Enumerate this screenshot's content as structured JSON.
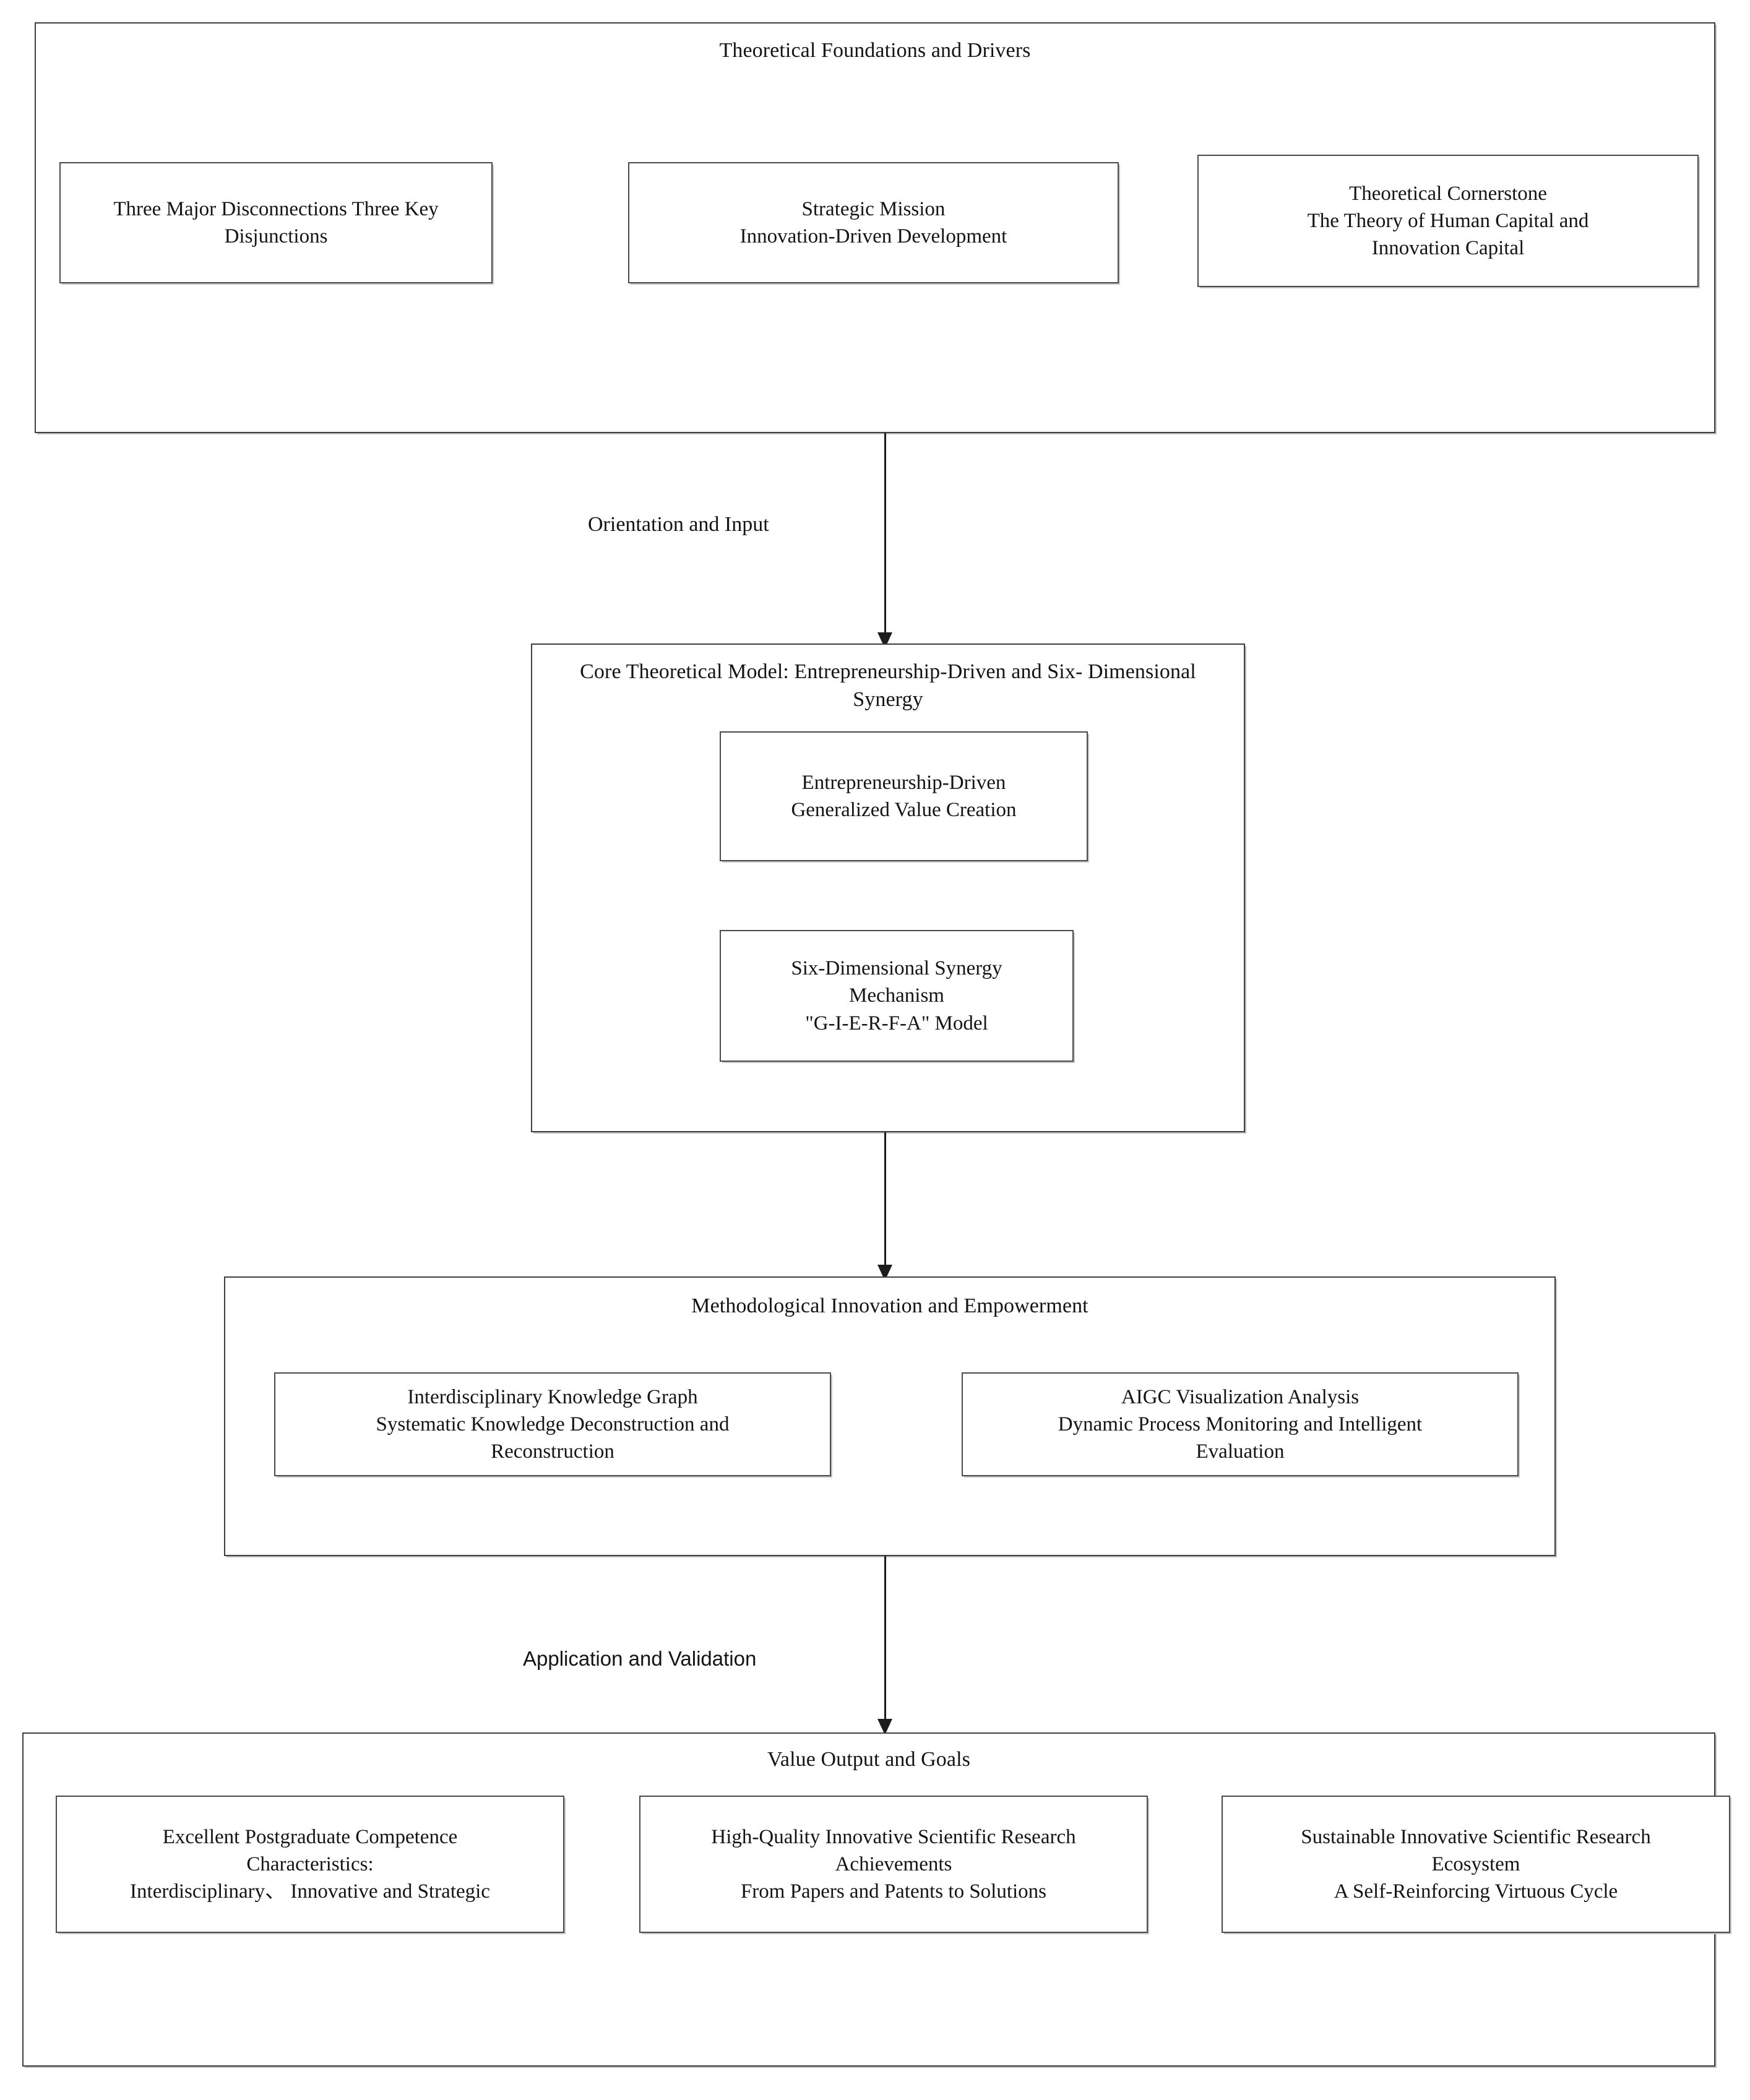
{
  "diagram": {
    "title": "Theoretical Foundations and Drivers",
    "stages": [
      {
        "id": "foundations",
        "title": "Theoretical Foundations and Drivers",
        "nodes": [
          {
            "id": "disconnections",
            "text": "Three Major Disconnections Three Key\nDisjunctions"
          },
          {
            "id": "strategic-mission",
            "text": "Strategic Mission\nInnovation-Driven Development"
          },
          {
            "id": "theoretical-cornerstone",
            "text": "Theoretical Cornerstone\nThe Theory of Human Capital and\nInnovation Capital"
          }
        ]
      },
      {
        "id": "core-model",
        "title": "Core Theoretical Model: Entrepreneurship-Driven and Six-\nDimensional Synergy",
        "nodes": [
          {
            "id": "entrepreneurship-driven",
            "text": "Entrepreneurship-Driven\nGeneralized Value Creation"
          },
          {
            "id": "six-dimensional-synergy",
            "text": "Six-Dimensional Synergy\nMechanism\n\"G-I-E-R-F-A\" Model"
          }
        ]
      },
      {
        "id": "methodology",
        "title": "Methodological Innovation and Empowerment",
        "nodes": [
          {
            "id": "knowledge-graph",
            "text": "Interdisciplinary Knowledge Graph\nSystematic Knowledge Deconstruction and\nReconstruction"
          },
          {
            "id": "aigc-visualization",
            "text": "AIGC Visualization Analysis\nDynamic Process Monitoring and Intelligent\nEvaluation"
          }
        ]
      },
      {
        "id": "value-output",
        "title": "Value Output and Goals",
        "nodes": [
          {
            "id": "postgraduate-competence",
            "text": "Excellent Postgraduate Competence\nCharacteristics:\nInterdisciplinary、 Innovative and Strategic"
          },
          {
            "id": "research-achievements",
            "text": "High-Quality Innovative Scientific Research\nAchievements\nFrom Papers and Patents to Solutions"
          },
          {
            "id": "research-ecosystem",
            "text": "Sustainable Innovative Scientific Research\nEcosystem\nA Self-Reinforcing Virtuous Cycle"
          }
        ]
      }
    ],
    "edges": [
      {
        "id": "foundations-to-core",
        "label": "Orientation and Input",
        "font": "serif"
      },
      {
        "id": "core-to-methodology",
        "label": "",
        "font": "serif"
      },
      {
        "id": "methodology-to-value",
        "label": "Application and Validation",
        "font": "sans"
      }
    ],
    "colors": {
      "background": "#ffffff",
      "border": "#3f3f3f",
      "text": "#141414",
      "connector": "#1c1c1c",
      "shadow": "#bdbdbd"
    }
  }
}
